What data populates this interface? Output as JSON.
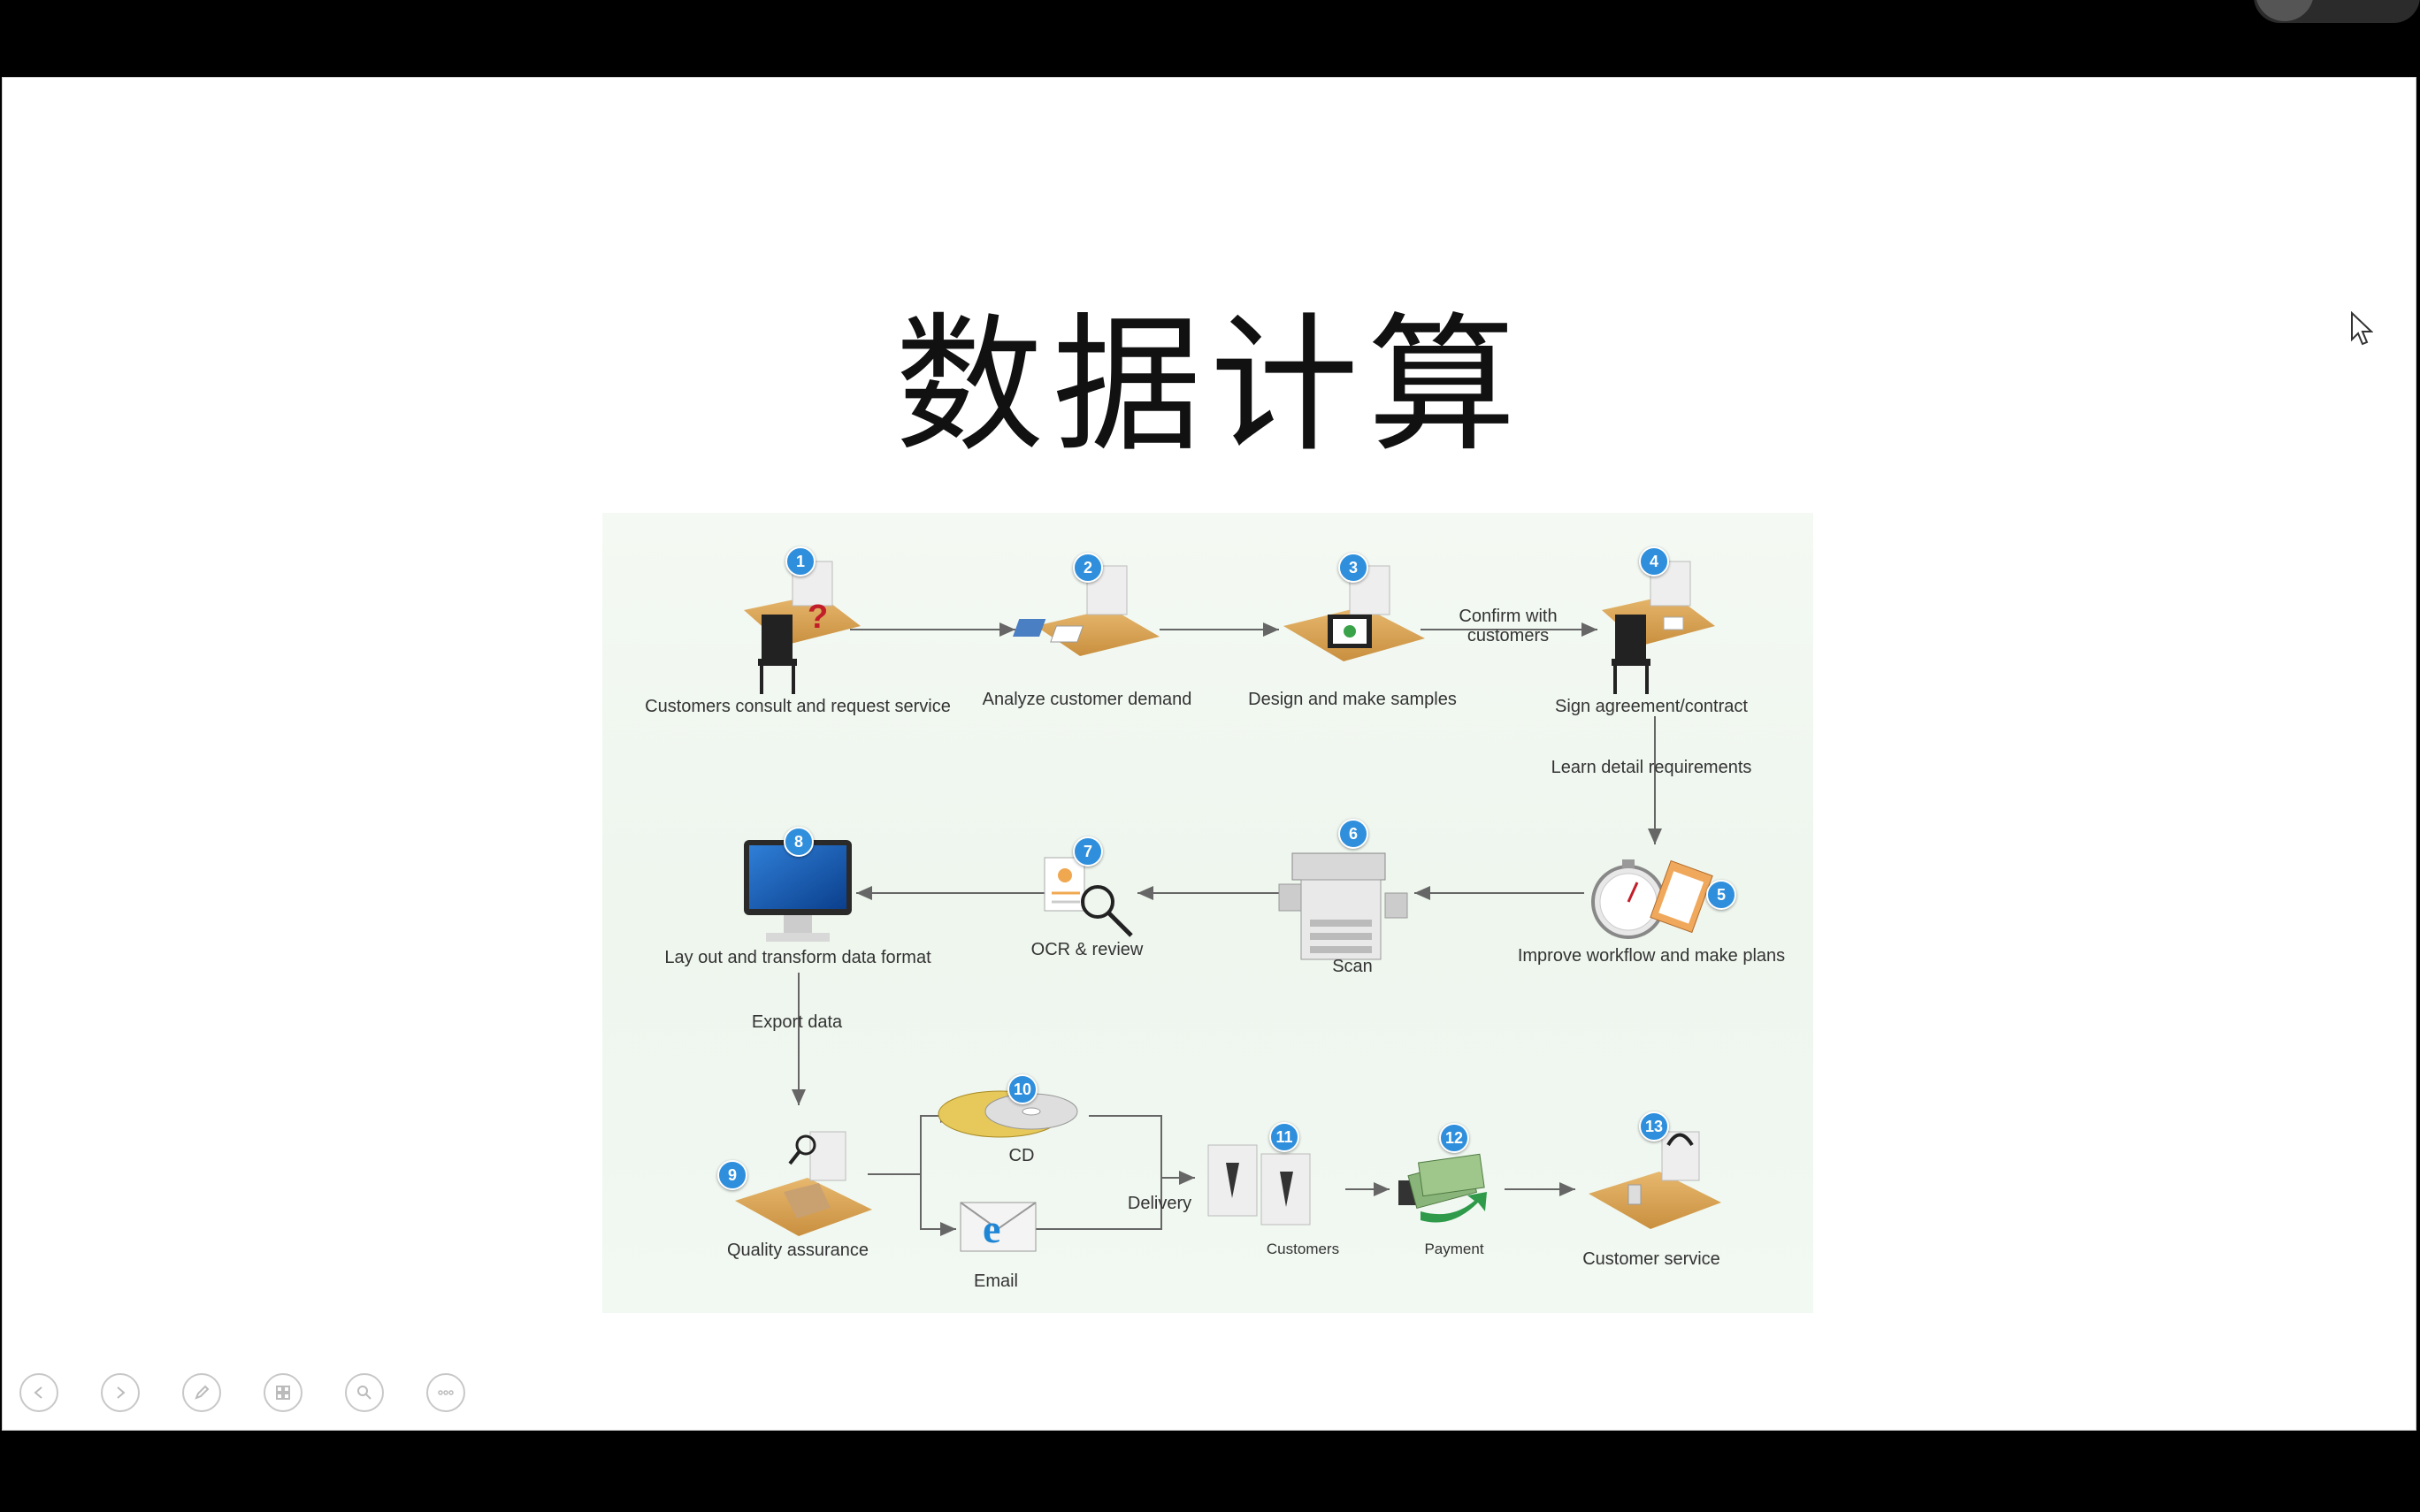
{
  "slide": {
    "title": "数据计算"
  },
  "diagram": {
    "steps": [
      {
        "number": "1",
        "label": "Customers consult and request service"
      },
      {
        "number": "2",
        "label": "Analyze customer demand"
      },
      {
        "number": "3",
        "label": "Design and make samples"
      },
      {
        "number": "4",
        "label": "Sign agreement/contract"
      },
      {
        "number": "5",
        "label": "Improve workflow and make plans"
      },
      {
        "number": "6",
        "label": "Scan"
      },
      {
        "number": "7",
        "label": "OCR & review"
      },
      {
        "number": "8",
        "label": "Lay out and transform data  format"
      },
      {
        "number": "9",
        "label": "Quality assurance"
      },
      {
        "number": "10",
        "label": "CD"
      },
      {
        "number": "11",
        "label": "Customers"
      },
      {
        "number": "12",
        "label": "Payment"
      },
      {
        "number": "13",
        "label": "Customer service"
      }
    ],
    "email_label": "Email",
    "connector_labels": {
      "confirm_line1": "Confirm with",
      "confirm_line2": "customers",
      "learn": "Learn detail requirements",
      "export": "Export data",
      "delivery": "Delivery"
    },
    "colors": {
      "badge": "#2f8fdc",
      "desk": "#d9a55a",
      "arrow": "#666666"
    }
  },
  "toolbar": {
    "buttons": [
      {
        "name": "previous-slide-button",
        "icon": "arrow-left-icon"
      },
      {
        "name": "next-slide-button",
        "icon": "arrow-right-icon"
      },
      {
        "name": "pen-tool-button",
        "icon": "pen-icon"
      },
      {
        "name": "slide-overview-button",
        "icon": "grid-icon"
      },
      {
        "name": "zoom-button",
        "icon": "magnifier-icon"
      },
      {
        "name": "more-options-button",
        "icon": "ellipsis-icon"
      }
    ]
  }
}
